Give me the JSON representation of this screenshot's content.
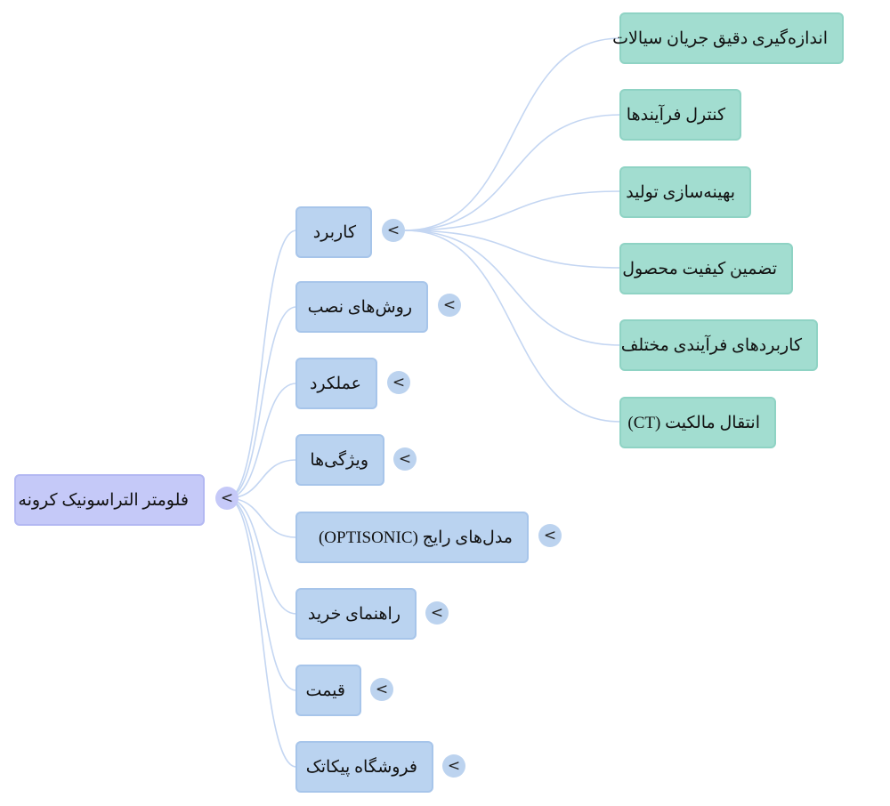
{
  "root": {
    "label": "فلومتر التراسونیک کرونه"
  },
  "branches": [
    {
      "label": "کاربرد",
      "children": [
        "اندازه‌گیری دقیق جریان سیالات",
        "کنترل فرآیندها",
        "بهینه‌سازی تولید",
        "تضمین کیفیت محصول",
        "کاربردهای فرآیندی مختلف",
        "انتقال مالکیت (CT)"
      ]
    },
    {
      "label": "روش‌های نصب"
    },
    {
      "label": "عملکرد"
    },
    {
      "label": "ویژگی‌ها"
    },
    {
      "label": "مدل‌های رایج (OPTISONIC)"
    },
    {
      "label": "راهنمای خرید"
    },
    {
      "label": "قیمت"
    },
    {
      "label": "فروشگاه پیکاتک"
    }
  ],
  "toggle_symbol": "<",
  "colors": {
    "root_fill": "#c5c9f8",
    "branch_fill": "#bad3f0",
    "leaf_fill": "#a2ddd0",
    "link_stroke": "#c4d6f2"
  }
}
